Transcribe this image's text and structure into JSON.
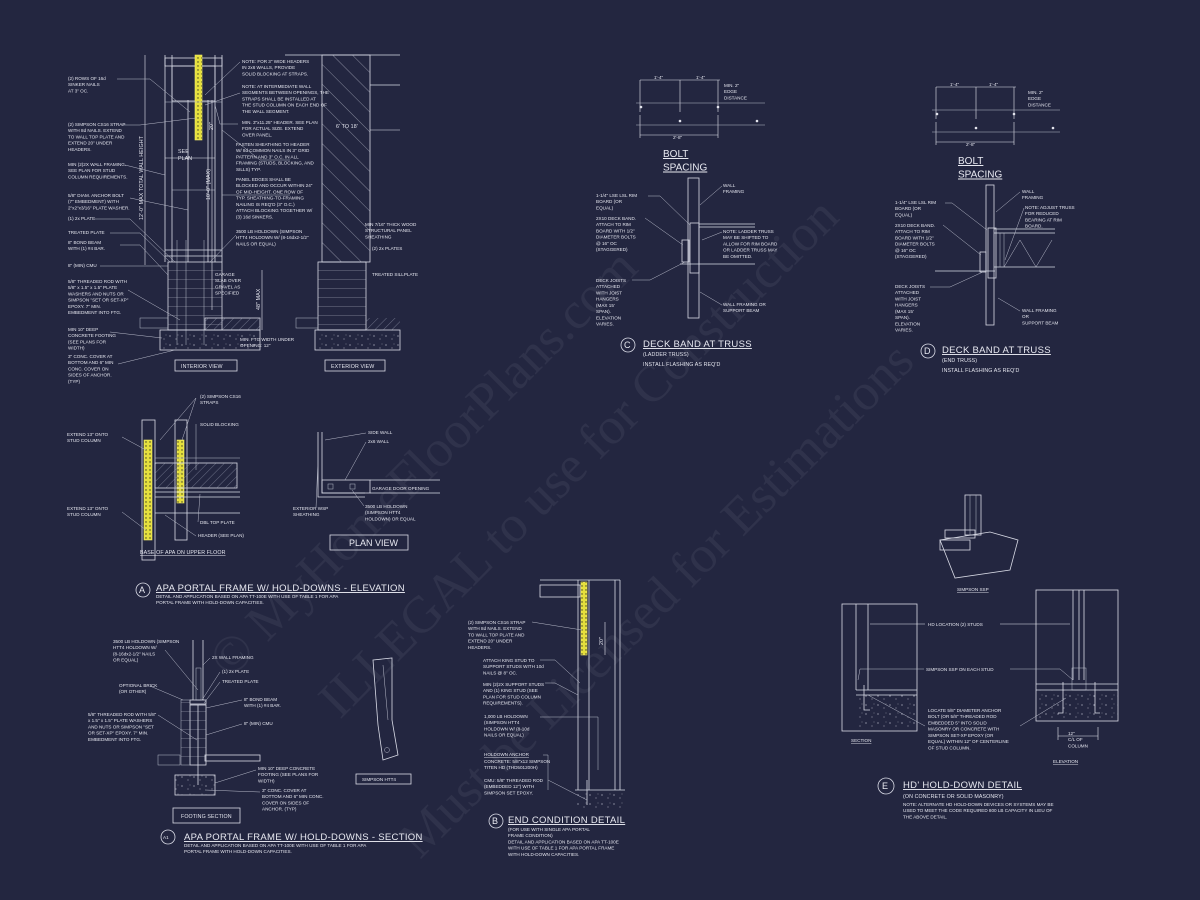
{
  "colors": {
    "background": "#232640",
    "linework": "#d9dbe6",
    "strap_highlight": "#e5df3c"
  },
  "watermark": [
    "© MyHomeFloorPlans.com",
    "ILLEGAL to use for Construction",
    "Must be Licensed for Estimations"
  ],
  "detail_a_views": {
    "interior_label": "INTERIOR VIEW",
    "exterior_label": "EXTERIOR VIEW",
    "dims": {
      "total_height": "12'-0\" MAX TOTAL WALL HEIGHT",
      "wall_height": "10'-0\" (MAX)",
      "strap": "20\"",
      "see_plan": [
        "SEE",
        "PLAN"
      ],
      "slab": "48\" MAX",
      "width": "6' TO 18'"
    },
    "left_notes": [
      [
        "(2) ROWS OF 16d",
        "SINKER NAILS",
        "AT 3\" OC."
      ],
      [
        "(2) SIMPSON CS16 STRAP",
        "WITH 8d NAILS. EXTEND",
        "TO WALL TOP PLATE AND",
        "EXTEND 20\" UNDER",
        "HEADERS."
      ],
      [
        "MIN (2)2X WALL FRAMING.",
        "SEE PLAN FOR STUD",
        "COLUMN REQUIREMENTS."
      ],
      [
        "5/8\" DIAM. ANCHOR BOLT",
        "(7\" EMBEDMENT) WITH",
        "2\"x2\"x3/16\" PLATE WASHER."
      ],
      [
        "(1) 2x PLATE"
      ],
      [
        "TREATED PLATE"
      ],
      [
        "8\" BOND BEAM",
        "WITH (1) #4 BAR."
      ],
      [
        "8\" (MIN) CMU"
      ],
      [
        "5/8\" THREADED ROD WITH",
        "5/8\" x 1.5\" x 1.5\" PLATE",
        "WASHERS AND NUTS OR",
        "SIMPSON \"SET OR SET-XP\"",
        "EPOXY.  7\" MIN.",
        "EMBEDMENT INTO FTG."
      ],
      [
        "MIN 10\" DEEP",
        "CONCRETE FOOTING",
        "(SEE PLANS FOR",
        "WIDTH)"
      ],
      [
        "3\" CONC. COVER AT",
        "BOTTOM AND 6\" MIN",
        "CONC. COVER ON",
        "SIDES OF ANCHOR.",
        "(TYP)"
      ]
    ],
    "right_notes": [
      [
        "NOTE: FOR 3\" WIDE HEADERS",
        "IN 2x6 WALLS, PROVIDE",
        "SOLID BLOCKING AT STRAPS."
      ],
      [
        "NOTE: AT INTERMEDIATE WALL",
        "SEGMENTS BETWEEN OPENINGS, THE",
        "STRAPS SHALL BE INSTALLED AT",
        "THE STUD COLUMN ON EACH END OF",
        "THE WALL SEGMENT."
      ],
      [
        "MIN. 3\"x11.25\" HEADER. SEE PLAN",
        "FOR ACTUAL SIZE. EXTEND",
        "OVER PANEL."
      ],
      [
        "FASTEN SHEATHING TO HEADER",
        "W/ 8d COMMON NAILS IN 3\" GRID",
        "PATTERN AND 3\" O.C. IN ALL",
        "FRAMING (STUDS, BLOCKING, AND",
        "SILLS) TYP."
      ],
      [
        "PANEL EDGES SHALL BE",
        "BLOCKED AND OCCUR WITHIN 24\"",
        "OF MID-HEIGHT.  ONE ROW OF",
        "TYP. SHEATHING-TO-FRAMING",
        "NAILING IS REQ'D (3\" O.C.)",
        "ATTACH BLOCKING TOGETHER W/",
        "(3) 16d SINKERS."
      ],
      [
        "3500 LB HOLDOWN (SIMPSON",
        "HTT4 HOLDOWN W/ (8-16dx2-1/2\"",
        "NAILS OR EQUAL)"
      ],
      [
        "GARAGE",
        "SLAB OVER",
        "GRAVEL AS",
        "SPECIFIED"
      ],
      [
        "MIN. FTG WIDTH UNDER",
        "OPENING: 12\""
      ]
    ],
    "exterior_notes": [
      [
        "MIN 7/16\" THICK WOOD",
        "STRUCTURAL PANEL",
        "SHEATHING"
      ],
      [
        "(2) 2x PLATES"
      ],
      [
        "TREATED SILLPLATE"
      ]
    ]
  },
  "upper_floor": {
    "title": "BASE OF APA ON UPPER FLOOR",
    "notes": [
      [
        "(2) SIMPSON CS16",
        "STRAPS"
      ],
      [
        "SOLID BLOCKING"
      ],
      [
        "EXTEND 13\" ONTO",
        "STUD COLUMN"
      ],
      [
        "EXTEND 13\" ONTO",
        "STUD COLUMN"
      ],
      [
        "DBL TOP PLATE"
      ],
      [
        "HEADER (SEE PLAN)"
      ]
    ]
  },
  "plan_view": {
    "label": "PLAN VIEW",
    "notes": [
      [
        "SIDE WALL"
      ],
      [
        "2x6 WALL"
      ],
      [
        "GARAGE DOOR OPENING"
      ],
      [
        "EXTERIOR WSP",
        "SHEATHING"
      ],
      [
        "3500 LB HOLDOWN",
        "(SIMPSON HTT4",
        "HOLDOWN) OR EQUAL"
      ]
    ]
  },
  "detail_a": {
    "marker": "A",
    "title": "APA PORTAL FRAME W/ HOLD-DOWNS - ELEVATION",
    "description": [
      "DETAIL AND APPLICATION BASED ON APA TT-100E WITH USE OF TABLE 1 FOR APA",
      "PORTAL FRAME WITH HOLD-DOWN CAPACITIES."
    ]
  },
  "detail_a1": {
    "marker": "A1",
    "title": "APA PORTAL FRAME W/ HOLD-DOWNS - SECTION",
    "description": [
      "DETAIL AND APPLICATION BASED ON APA TT-100E WITH USE OF TABLE 1 FOR APA",
      "PORTAL FRAME WITH HOLD-DOWN CAPACITIES."
    ],
    "footing_label": "FOOTING SECTION",
    "htt4_label": "SIMPSON HTT4",
    "notes": [
      [
        "3500 LB HOLDOWN (SIMPSON",
        "HTT4 HOLDOWN W/",
        "(8-16dx2-1/2\" NAILS",
        "OR EQUAL)"
      ],
      [
        "2X WALL FRAMING"
      ],
      [
        "(1) 2x PLATE"
      ],
      [
        "TREATED PLATE"
      ],
      [
        "OPTIONAL BRICK",
        "(OR OTHER)"
      ],
      [
        "8\" BOND BEAM",
        "WITH (1) #4 BAR."
      ],
      [
        "8\" (MIN) CMU"
      ],
      [
        "5/8\" THREADED ROD WITH 5/8\"",
        "x 1.5\" x 1.5\" PLATE WASHERS",
        "AND NUTS OR SIMPSON \"SET",
        "OR SET-XP\" EPOXY.  7\" MIN.",
        "EMBEDMENT INTO FTG."
      ],
      [
        "MIN 10\" DEEP CONCRETE",
        "FOOTING (SEE PLANS FOR",
        "WIDTH)"
      ],
      [
        "3\" CONC. COVER AT",
        "BOTTOM AND 6\" MIN CONC.",
        "COVER ON SIDES OF",
        "ANCHOR. (TYP)"
      ]
    ]
  },
  "detail_b": {
    "marker": "B",
    "title": "END CONDITION DETAIL",
    "description": [
      "(FOR USE WITH SINGLE APA PORTAL",
      "FRAME CONDITION)",
      "DETAIL AND APPLICATION BASED ON APA TT-100E",
      "WITH USE OF TABLE 1 FOR APA PORTAL FRAME",
      "WITH HOLD-DOWN CAPACITIES."
    ],
    "dim": "20\"",
    "anchor_heading": "HOLDOWN ANCHOR",
    "notes": [
      [
        "(2) SIMPSON CS16 STRAP",
        "WITH 8d NAILS. EXTEND",
        "TO WALL TOP PLATE AND",
        "EXTEND 20\" UNDER",
        "HEADERS."
      ],
      [
        "ATTACH KING STUD TO",
        "SUPPORT STUDS WITH 10d",
        "NAILS @ 8\" OC."
      ],
      [
        "MIN (2)2X SUPPORT STUDS",
        "AND (1) KING STUD (SEE",
        "PLAN FOR STUD COLUMN",
        "REQUIREMENTS)."
      ],
      [
        "1,000 LB HOLDOWN",
        "(SIMPSON HTT4",
        "HOLDOWN W/ (8-10d",
        "NAILS OR EQUAL)"
      ],
      [
        "CONCRETE: 5/8\"x12 SIMPSON",
        "TITEN HD (THD501200H)"
      ],
      [
        "CMU: 5/8\" THREADED ROD",
        "(EMBEDDED 12\") WITH",
        "SIMPSON SET EPOXY."
      ]
    ]
  },
  "detail_c": {
    "marker": "C",
    "title": "DECK BAND AT TRUSS",
    "subtitle": "(LADDER TRUSS)",
    "instruction": "INSTALL FLASHING AS REQ'D",
    "bolt_spacing": [
      "BOLT",
      "SPACING"
    ],
    "dims": {
      "a": "1'-4\"",
      "b": "1'-4\"",
      "total": "2'-8\""
    },
    "edge_note": [
      "MIN. 2\"",
      "EDGE",
      "DISTANCE"
    ],
    "notes": [
      [
        "1-1/4\" LSE LSL RIM",
        "BOARD (OR",
        "EQUAL)"
      ],
      [
        "2X10 DECK BAND.",
        "ATTACH TO RIM",
        "BOARD WITH 1/2\"",
        "DIAMETER BOLTS",
        "@ 16\" OC",
        "(STAGGERED)"
      ],
      [
        "DECK JOISTS",
        "ATTACHED",
        "WITH JOIST",
        "HANGERS",
        "(MAX 15'",
        "SPAN).",
        "ELEVATION",
        "VARIES."
      ],
      [
        "WALL",
        "FRAMING"
      ],
      [
        "NOTE: LADDER TRUSS",
        "MAY BE SHIFTED TO",
        "ALLOW FOR RIM BOARD",
        "OR LADDER TRUSS MAY",
        "BE OMITTED."
      ],
      [
        "WALL FRAMING OR",
        "SUPPORT BEAM"
      ]
    ]
  },
  "detail_d": {
    "marker": "D",
    "title": "DECK BAND AT TRUSS",
    "subtitle": "(END TRUSS)",
    "instruction": "INSTALL FLASHING AS REQ'D",
    "bolt_spacing": [
      "BOLT",
      "SPACING"
    ],
    "dims": {
      "a": "1'-4\"",
      "b": "1'-4\"",
      "total": "2'-8\""
    },
    "edge_note": [
      "MIN. 2\"",
      "EDGE",
      "DISTANCE"
    ],
    "notes": [
      [
        "1-1/4\" LSE LSL RIM",
        "BOARD (OR",
        "EQUAL)"
      ],
      [
        "2X10 DECK BAND.",
        "ATTACH TO RIM",
        "BOARD WITH 1/2\"",
        "DIAMETER BOLTS",
        "@ 16\" OC",
        "(STAGGERED)"
      ],
      [
        "DECK JOISTS",
        "ATTACHED",
        "WITH JOIST",
        "HANGERS",
        "(MAX 15'",
        "SPAN).",
        "ELEVATION",
        "VARIES."
      ],
      [
        "WALL",
        "FRAMING"
      ],
      [
        "NOTE: ADJUST TRUSS",
        "FOR REDUCED",
        "BEARING AT RIM",
        "BOARD."
      ],
      [
        "WALL FRAMING",
        "OR",
        "SUPPORT BEAM"
      ]
    ]
  },
  "detail_e": {
    "marker": "E",
    "title": "HD' HOLD-DOWN DETAIL",
    "subtitle": "(ON CONCRETE OR SOLID MASONRY)",
    "note": [
      "NOTE: ALTERNATE HD HOLD-DOWN DEVICES OR SYSTEMS MAY BE",
      "USED TO MEET THE CODE REQUIRED 800 LB CAPACITY IN LIEU OF",
      "THE ABOVE DETAIL."
    ],
    "ssp_label": "SIMPSON SSP",
    "section_label": "SECTION",
    "elevation_label": "ELEVATION",
    "notes": [
      [
        "HD LOCATION (2) STUDS"
      ],
      [
        "SIMPSON SSP ON EACH STUD"
      ],
      [
        "LOCATE 5/8\" DIAMETER ANCHOR",
        "BOLT (OR 5/8\" THREADED ROD",
        "EMBEDDED 5\" INTO SOLID",
        "MASONRY OR CONCRETE WITH",
        "SIMPSON SET-XP EPOXY (OR",
        "EQUAL) WITHIN 12\" OF CENTERLINE",
        "OF STUD COLUMN."
      ],
      [
        "12\"",
        "C/L OF",
        "COLUMN"
      ]
    ]
  }
}
